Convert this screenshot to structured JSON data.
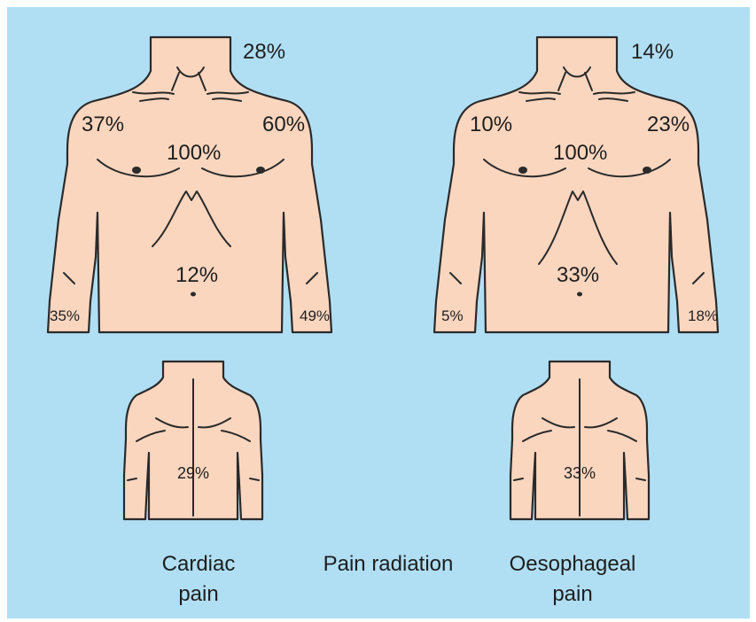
{
  "diagram": {
    "colors": {
      "background": "#b0dff4",
      "skin": "#fbd6bf",
      "outline": "#2a2a2a",
      "text": "#1e1e1e"
    },
    "cardiac": {
      "front": {
        "neck": "28%",
        "right_shoulder": "37%",
        "left_shoulder": "60%",
        "chest": "100%",
        "abdomen": "12%",
        "right_arm": "35%",
        "left_arm": "49%"
      },
      "back": {
        "back": "29%"
      },
      "caption_line1": "Cardiac",
      "caption_line2": "pain"
    },
    "oesophageal": {
      "front": {
        "neck": "14%",
        "right_shoulder": "10%",
        "left_shoulder": "23%",
        "chest": "100%",
        "abdomen": "33%",
        "right_arm": "5%",
        "left_arm": "18%"
      },
      "back": {
        "back": "33%"
      },
      "caption_line1": "Oesophageal",
      "caption_line2": "pain"
    },
    "center_caption": "Pain radiation"
  }
}
